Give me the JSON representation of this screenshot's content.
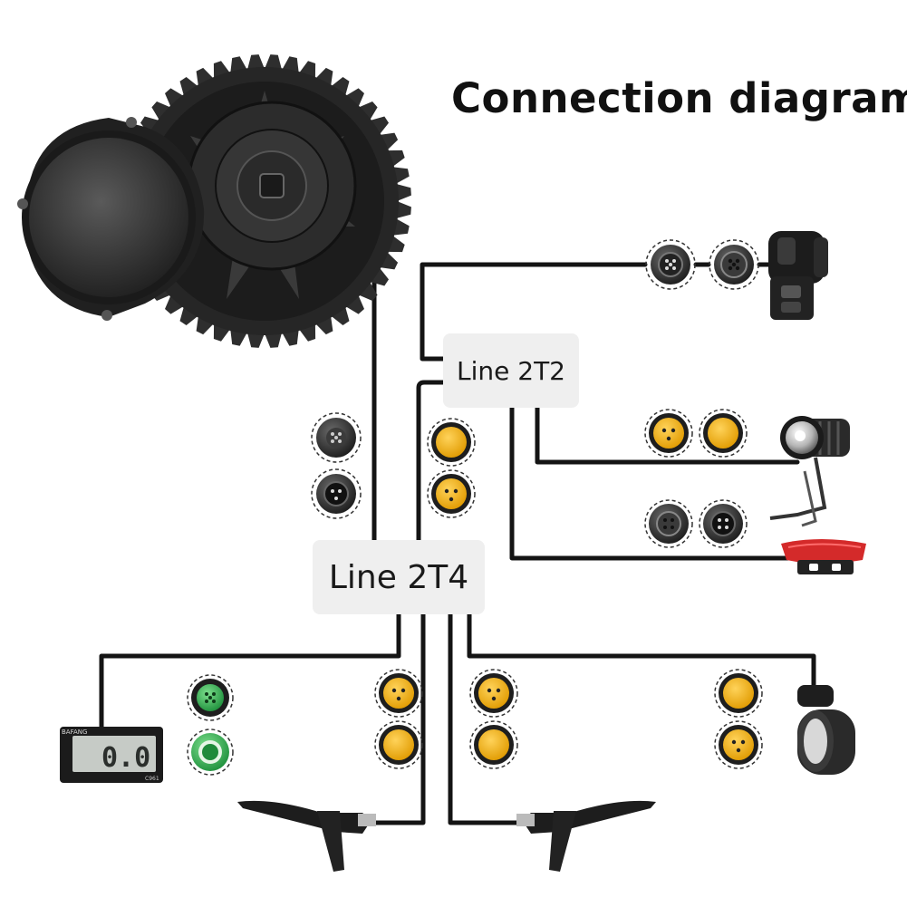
{
  "title": "Connection diagram",
  "labels": {
    "line_2t2": "Line 2T2",
    "line_2t4": "Line 2T4"
  },
  "display": {
    "brand": "BAFANG",
    "digits": "0.0",
    "model": "C961"
  },
  "colors": {
    "wire": "#141414",
    "connector_yellow": "#f2b010",
    "connector_black": "#2a2a2a",
    "connector_green": "#2aa54a",
    "label_box": "#efefef",
    "tail_light": "#d42a2a"
  },
  "icons": [
    "mid-drive-motor-icon",
    "handlebar-switch-icon",
    "headlight-icon",
    "tail-light-icon",
    "display-icon",
    "brake-lever-icon",
    "throttle-icon",
    "connector-icon"
  ]
}
